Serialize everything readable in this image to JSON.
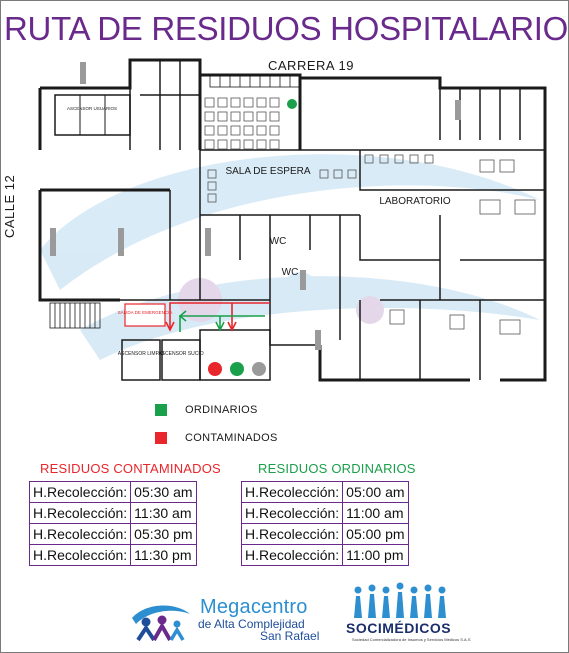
{
  "title": "RUTA DE RESIDUOS HOSPITALARIOS",
  "map": {
    "street_top": "CARRERA 19",
    "street_left": "CALLE 12",
    "labels": {
      "ascensor_usuarios": "ASCENSOR USUARIOS",
      "sala_espera": "SALA DE ESPERA",
      "laboratorio": "LABORATORIO",
      "wc": "WC",
      "salida": "SALIDA DE EMERGENCIA",
      "ascensor_limpio": "ASCENSOR LIMPIO",
      "ascensor_sucio": "ASCENSOR SUCIO"
    }
  },
  "legend": {
    "items": [
      {
        "label": "ORDINARIOS",
        "color": "#1aa04a"
      },
      {
        "label": "CONTAMINADOS",
        "color": "#e8262b"
      }
    ]
  },
  "contaminados": {
    "title": "RESIDUOS CONTAMINADOS",
    "color": "#e8262b",
    "rows": [
      {
        "label": "H.Recolección:",
        "time": "05:30 am"
      },
      {
        "label": "H.Recolección:",
        "time": "11:30 am"
      },
      {
        "label": "H.Recolección:",
        "time": "05:30 pm"
      },
      {
        "label": "H.Recolección:",
        "time": "11:30 pm"
      }
    ]
  },
  "ordinarios": {
    "title": "RESIDUOS ORDINARIOS",
    "color": "#1aa04a",
    "rows": [
      {
        "label": "H.Recolección:",
        "time": "05:00 am"
      },
      {
        "label": "H.Recolección:",
        "time": "11:00 am"
      },
      {
        "label": "H.Recolección:",
        "time": "05:00 pm"
      },
      {
        "label": "H.Recolección:",
        "time": "11:00 pm"
      }
    ]
  },
  "logos": {
    "megacentro": {
      "line1": "Megacentro",
      "line2": "de Alta Complejidad",
      "line3": "San Rafael"
    },
    "socimedicos": {
      "name": "SOCIMÉDICOS",
      "sub": "Sociedad Comercializadora de Insumos y Servicios Médicos S.A.S"
    }
  },
  "colors": {
    "title": "#6a2a8c",
    "accent_blue": "#2d8fd0",
    "wall": "#1a1a1a"
  }
}
